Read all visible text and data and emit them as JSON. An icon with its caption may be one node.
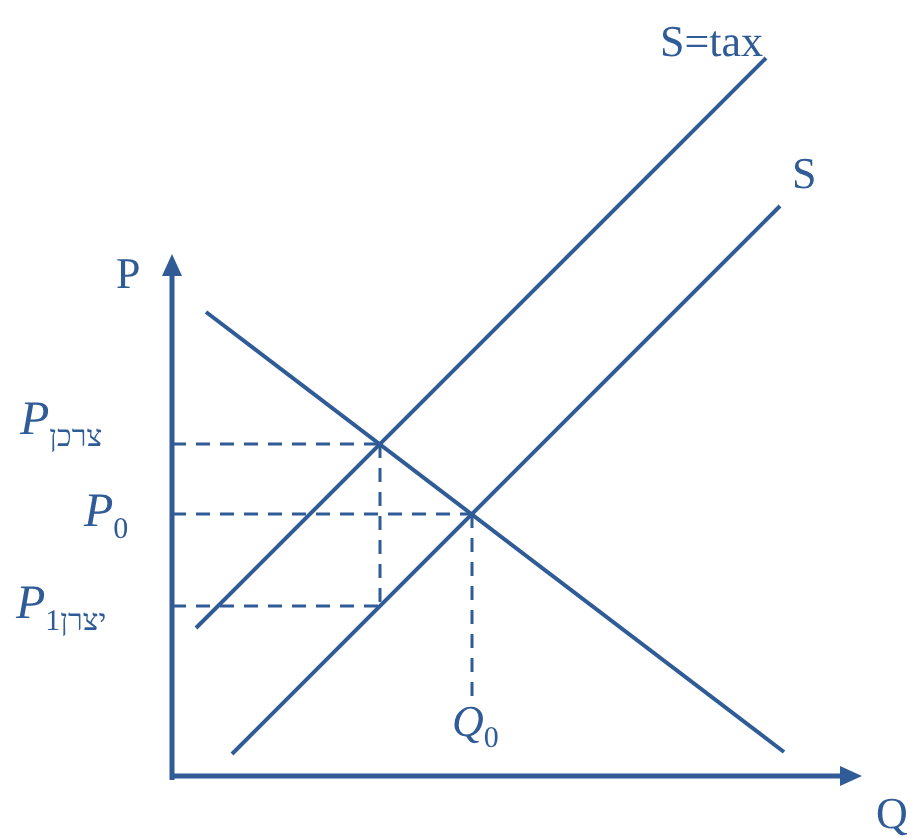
{
  "diagram": {
    "labels": [
      "S=tax",
      "S",
      "P",
      "*P*$_{צרכן}$",
      "*P*$_{0}$",
      "*P*$_{1יצרן}$",
      "*Q*$_{0}$",
      "Q"
    ]
  }
}
